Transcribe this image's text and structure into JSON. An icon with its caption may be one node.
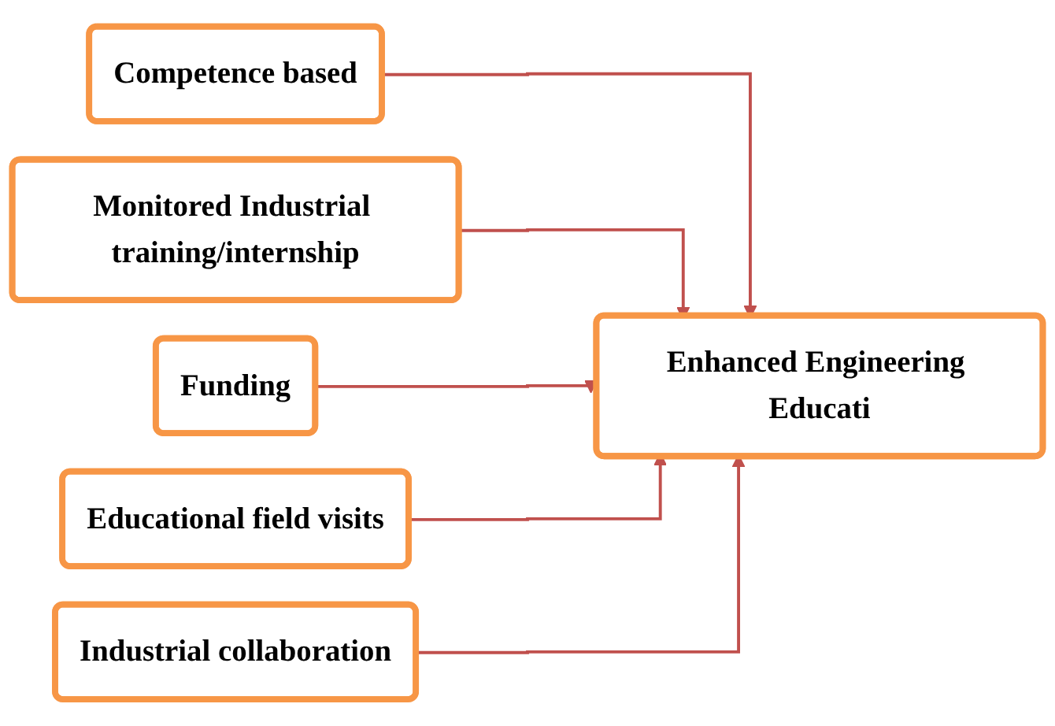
{
  "diagram": {
    "nodes": [
      {
        "text": [
          "Competence based"
        ]
      },
      {
        "text": [
          "Monitored Industrial training/internship"
        ]
      },
      {
        "text": [
          "Funding"
        ]
      },
      {
        "text": [
          "Educational field visits"
        ]
      },
      {
        "text": [
          "Industrial collaboration"
        ]
      },
      {
        "text": [
          "Enhanced Engineering Educati"
        ]
      }
    ],
    "edges": [
      {
        "from": 0,
        "to": 5,
        "arrow": "to"
      },
      {
        "from": 1,
        "to": 5,
        "arrow": "to"
      },
      {
        "from": 2,
        "to": 5,
        "arrow": "to"
      },
      {
        "from": 3,
        "to": 5,
        "arrow": "to"
      },
      {
        "from": 4,
        "to": 5,
        "arrow": "to"
      }
    ]
  }
}
